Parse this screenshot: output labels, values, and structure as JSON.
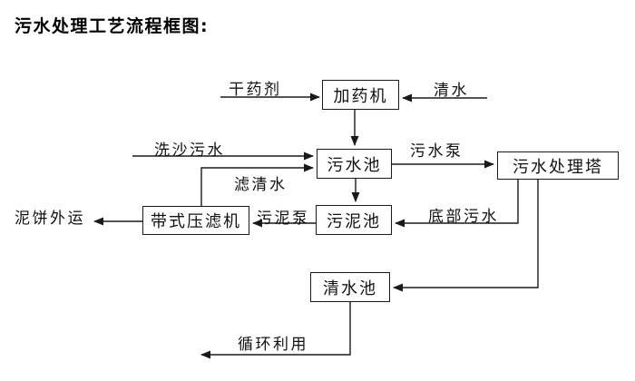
{
  "title": "污水处理工艺流程框图:",
  "colors": {
    "background": "#ffffff",
    "line": "#1a1a1a",
    "box_border": "#1a1a1a",
    "text": "#000000"
  },
  "diagram": {
    "type": "flowchart",
    "nodes": [
      {
        "id": "dosing-machine",
        "label": "加药机"
      },
      {
        "id": "sewage-pool",
        "label": "污水池"
      },
      {
        "id": "sewage-treatment-tower",
        "label": "污水处理塔"
      },
      {
        "id": "sludge-pool",
        "label": "污泥池"
      },
      {
        "id": "belt-filter-press",
        "label": "带式压滤机"
      },
      {
        "id": "clear-water-pool",
        "label": "清水池"
      }
    ],
    "edge_labels": [
      {
        "id": "dry-chemical",
        "text": "干药剂"
      },
      {
        "id": "clear-water-in",
        "text": "清水"
      },
      {
        "id": "sand-washing-sewage",
        "text": "洗沙污水"
      },
      {
        "id": "sewage-pump",
        "text": "污水泵"
      },
      {
        "id": "filtered-water",
        "text": "滤清水"
      },
      {
        "id": "sludge-pump",
        "text": "污泥泵"
      },
      {
        "id": "bottom-sewage",
        "text": "底部污水"
      },
      {
        "id": "mud-cake-out",
        "text": "泥饼外运"
      },
      {
        "id": "recycle-use",
        "text": "循环利用"
      }
    ],
    "edges": [
      {
        "from": "external",
        "to": "加药机",
        "label": "干药剂"
      },
      {
        "from": "external",
        "to": "加药机",
        "label": "清水"
      },
      {
        "from": "加药机",
        "to": "污水池",
        "label": ""
      },
      {
        "from": "external",
        "to": "污水池",
        "label": "洗沙污水"
      },
      {
        "from": "污水池",
        "to": "污水处理塔",
        "label": "污水泵"
      },
      {
        "from": "污水池",
        "to": "污泥池",
        "label": ""
      },
      {
        "from": "污水处理塔",
        "to": "污泥池",
        "label": "底部污水"
      },
      {
        "from": "污水处理塔",
        "to": "清水池",
        "label": ""
      },
      {
        "from": "污泥池",
        "to": "带式压滤机",
        "label": "污泥泵"
      },
      {
        "from": "带式压滤机",
        "to": "污水池",
        "label": "滤清水"
      },
      {
        "from": "带式压滤机",
        "to": "external",
        "label": "泥饼外运"
      },
      {
        "from": "清水池",
        "to": "external",
        "label": "循环利用"
      }
    ]
  }
}
